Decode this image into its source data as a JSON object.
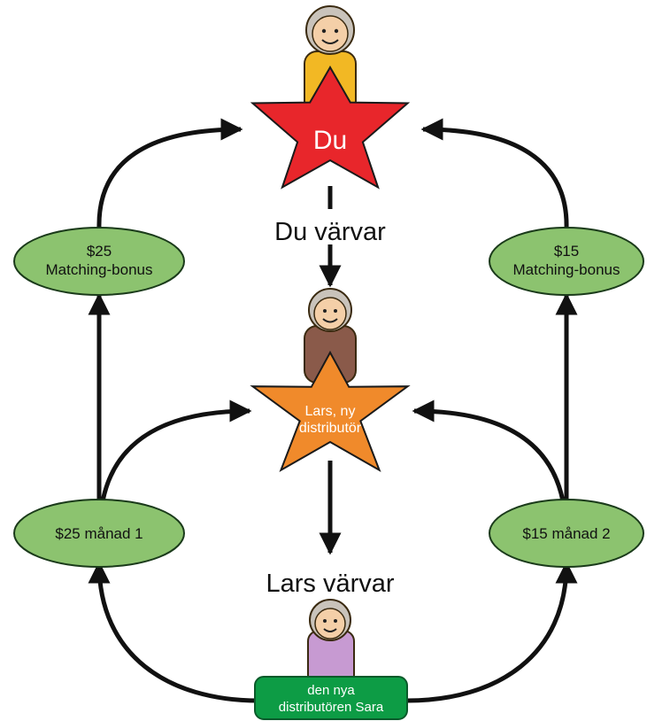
{
  "nodes": {
    "you": {
      "label": "Du"
    },
    "lars": {
      "label_line1": "Lars, ny",
      "label_line2": "distributör"
    },
    "sara": {
      "label_line1": "den nya",
      "label_line2": "distributören Sara"
    }
  },
  "bonuses": {
    "top_left": {
      "line1": "$25",
      "line2": "Matching-bonus"
    },
    "top_right": {
      "line1": "$15",
      "line2": "Matching-bonus"
    },
    "bottom_left": {
      "label": "$25 månad 1"
    },
    "bottom_right": {
      "label": "$15 månad 2"
    }
  },
  "flow_labels": {
    "you_recruit": "Du värvar",
    "lars_recruits": "Lars värvar"
  },
  "colors": {
    "star_you": "#e8262b",
    "star_lars": "#f08a2b",
    "ellipse_fill": "#8cc36f",
    "sara_box": "#0d9c45",
    "arrow": "#111111"
  }
}
